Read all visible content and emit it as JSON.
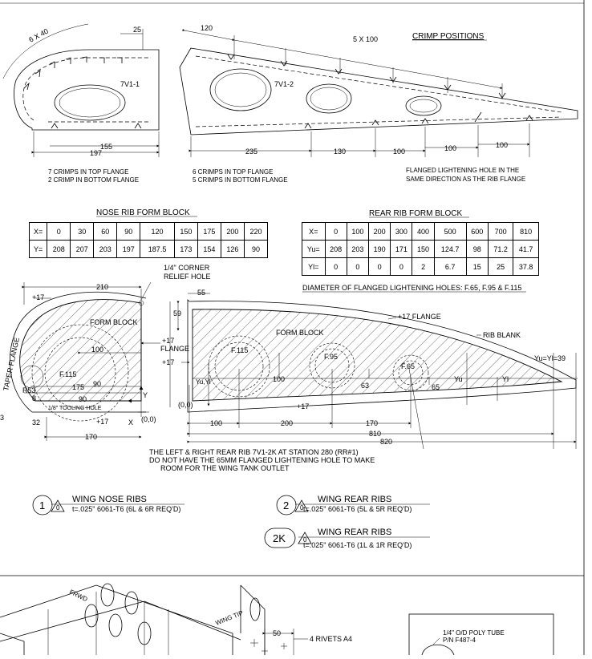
{
  "crimp": {
    "title": "CRIMP POSITIONS",
    "nose_dims": {
      "d6x40": "6 X 40",
      "d25": "25",
      "d155": "155",
      "d197": "197"
    },
    "rear_dims": {
      "d120": "120",
      "d5x100": "5 X 100",
      "d235": "235",
      "d130": "130",
      "d100a": "100",
      "d100b": "100",
      "d100c": "100"
    },
    "nose_part": "7V1-1",
    "rear_part": "7V1-2",
    "note_nose_1": "7 CRIMPS IN TOP FLANGE",
    "note_nose_2": "2 CRIMP IN BOTTOM FLANGE",
    "note_rear_1": "6 CRIMPS IN TOP FLANGE",
    "note_rear_2": "5 CRIMPS IN BOTTOM FLANGE",
    "note_hole_1": "FLANGED LIGHTENING HOLE IN THE",
    "note_hole_2": "SAME DIRECTION AS THE RIB FLANGE"
  },
  "nose_table": {
    "title": "NOSE RIB FORM BLOCK",
    "rows": [
      [
        "X=",
        "0",
        "30",
        "60",
        "90",
        "120",
        "150",
        "175",
        "200",
        "220"
      ],
      [
        "Y=",
        "208",
        "207",
        "203",
        "197",
        "187.5",
        "173",
        "154",
        "126",
        "90"
      ]
    ]
  },
  "rear_table": {
    "title": "REAR RIB FORM BLOCK",
    "rows": [
      [
        "X=",
        "0",
        "100",
        "200",
        "300",
        "400",
        "500",
        "600",
        "700",
        "810"
      ],
      [
        "Yu=",
        "208",
        "203",
        "190",
        "171",
        "150",
        "124.7",
        "98",
        "71.2",
        "41.7"
      ],
      [
        "Yl=",
        "0",
        "0",
        "0",
        "0",
        "2",
        "6.7",
        "15",
        "25",
        "37.8"
      ]
    ]
  },
  "nose_block": {
    "corner_note_1": "1/4\" CORNER",
    "corner_note_2": "RELIEF HOLE",
    "d210": "210",
    "p17a": "+17",
    "form_block": "FORM BLOCK",
    "flange_17": "+17",
    "flange_word": "FLANGE",
    "d100": "100",
    "f115": "F.115",
    "d175": "175",
    "d90": "90",
    "r53": "R53",
    "d8": "8",
    "d3": "3",
    "d32": "32",
    "tooling": "1/8\" TOOLING HOLE",
    "d90b": "90",
    "p17b": "+17",
    "origin": "(0,0)",
    "xlab": "X",
    "ylab": "Y",
    "d170": "170",
    "taper": "TAPER FLANGE"
  },
  "rear_block": {
    "diam_note": "DIAMETER OF FLANGED LIGHTENING HOLES: F.65, F.95 & F.115",
    "d55": "55",
    "d59": "59",
    "flange17": "+17 FLANGE",
    "rib_blank": "RIB BLANK",
    "form_block": "FORM BLOCK",
    "f115": "F.115",
    "f95": "F.95",
    "f65": "F.65",
    "p17a": "+17",
    "yuyl": "Yu,Yl",
    "d100": "100",
    "d63": "63",
    "d65": "65",
    "yu": "Yu",
    "yl": "Yl",
    "yu_eq": "Yu=Yl=39",
    "origin": "(0,0)",
    "p17b": "+17",
    "d100b": "100",
    "d200": "200",
    "d170": "170",
    "d810": "810",
    "d820": "820"
  },
  "station_note": {
    "l1": "THE LEFT & RIGHT REAR RIB 7V1-2K AT STATION 280 (RR#1)",
    "l2": "DO NOT HAVE THE 65MM FLANGED LIGHTENING HOLE TO MAKE",
    "l3": "ROOM FOR THE WING TANK OUTLET"
  },
  "parts": [
    {
      "num": "1",
      "rev": "0",
      "name": "WING NOSE RIBS",
      "spec": "t=.025\" 6061-T6 (6L & 6R REQ'D)"
    },
    {
      "num": "2",
      "rev": "0",
      "name": "WING REAR RIBS",
      "spec": "t=.025\" 6061-T6 (5L & 5R REQ'D)"
    },
    {
      "num": "2K",
      "rev": "0",
      "name": "WING REAR RIBS",
      "spec": "t=.025\" 6061-T6 (1L & 1R REQ'D)"
    }
  ],
  "lower": {
    "frwd": "FRWD",
    "wing_tip": "WING TIP",
    "d50": "50",
    "rivets": "4 RIVETS A4",
    "tube_1": "1/4\" O/D POLY TUBE",
    "tube_2": "P/N F487-4"
  }
}
